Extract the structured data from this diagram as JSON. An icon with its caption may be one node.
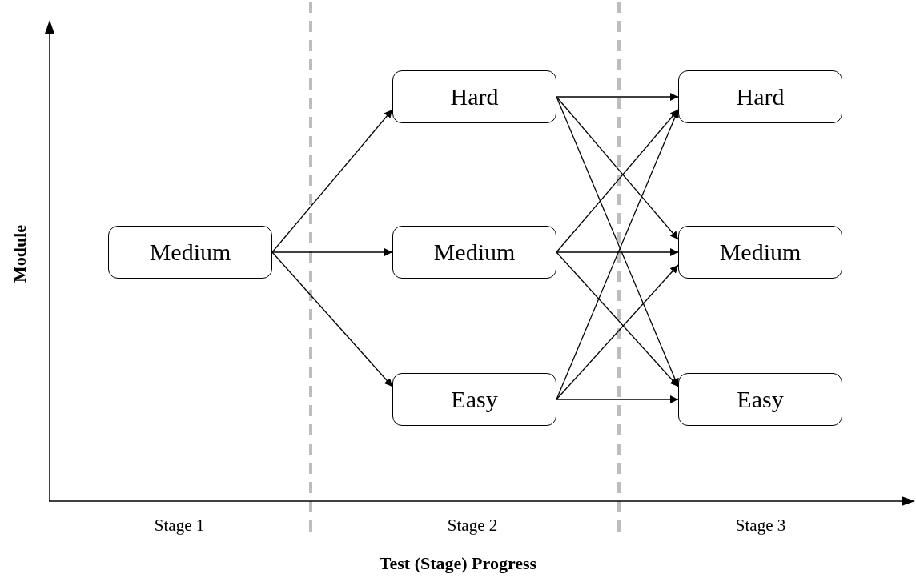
{
  "diagram": {
    "nodes": [
      {
        "text": [
          "Medium"
        ]
      },
      {
        "text": [
          "Hard"
        ]
      },
      {
        "text": [
          "Medium"
        ]
      },
      {
        "text": [
          "Easy"
        ]
      },
      {
        "text": [
          "Hard"
        ]
      },
      {
        "text": [
          "Medium"
        ]
      },
      {
        "text": [
          "Easy"
        ]
      }
    ],
    "edges": [
      {
        "from": 0,
        "to": 1,
        "arrow": "to"
      },
      {
        "from": 0,
        "to": 2,
        "arrow": "to"
      },
      {
        "from": 0,
        "to": 3,
        "arrow": "to"
      },
      {
        "from": 1,
        "to": 4,
        "arrow": "to"
      },
      {
        "from": 1,
        "to": 5,
        "arrow": "to"
      },
      {
        "from": 1,
        "to": 6,
        "arrow": "to"
      },
      {
        "from": 2,
        "to": 4,
        "arrow": "to"
      },
      {
        "from": 2,
        "to": 5,
        "arrow": "to"
      },
      {
        "from": 2,
        "to": 6,
        "arrow": "to"
      },
      {
        "from": 3,
        "to": 4,
        "arrow": "to"
      },
      {
        "from": 3,
        "to": 5,
        "arrow": "to"
      },
      {
        "from": 3,
        "to": 6,
        "arrow": "to"
      }
    ],
    "labels": [
      "Module",
      "Stage 1",
      "Stage 2",
      "Stage 3",
      "Test (Stage) Progress"
    ]
  }
}
